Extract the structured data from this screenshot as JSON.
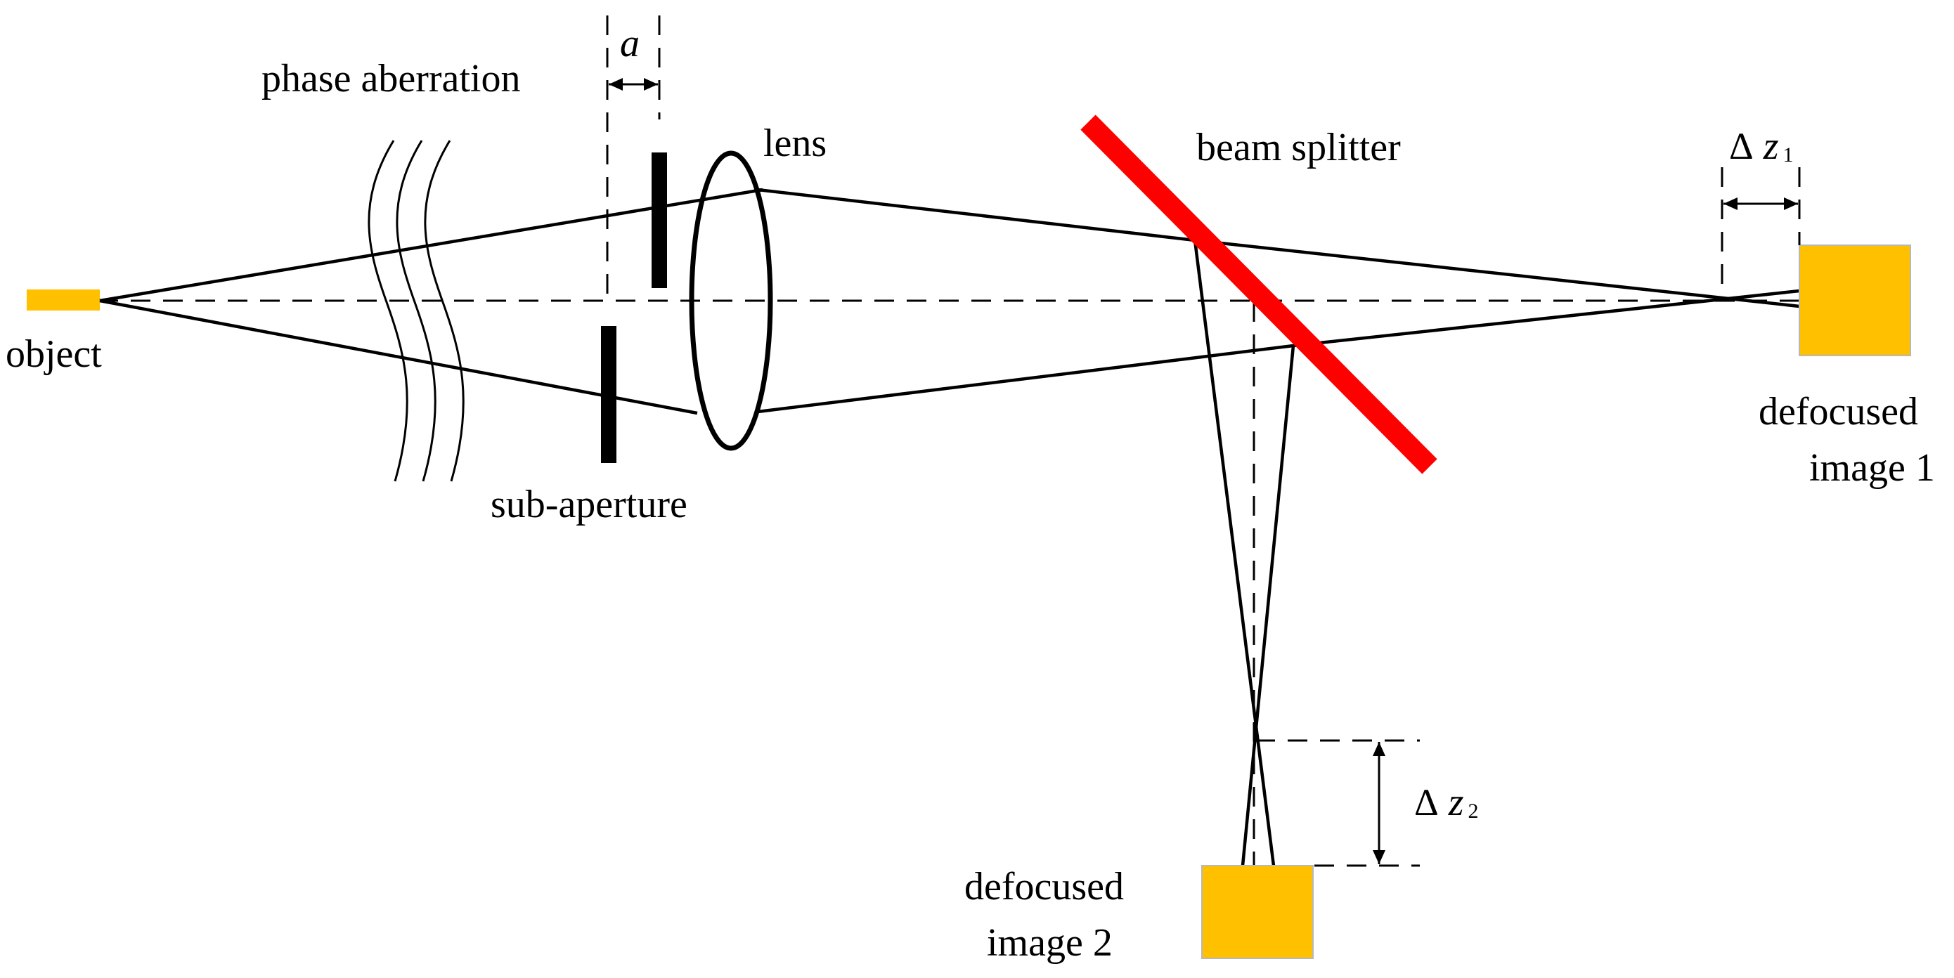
{
  "labels": {
    "phase_aberration": "phase aberration",
    "a": "a",
    "lens": "lens",
    "beam_splitter": "beam splitter",
    "delta_z1_symbol": "Δ",
    "delta_z1_var": "z",
    "delta_z1_sub": "1",
    "object": "object",
    "sub_aperture": "sub-aperture",
    "defocused_image_1_line1": "defocused",
    "defocused_image_1_line2": "image 1",
    "delta_z2_symbol": "Δ",
    "delta_z2_var": "z",
    "delta_z2_sub": "2",
    "defocused_image_2_line1": "defocused",
    "defocused_image_2_line2": "image 2"
  },
  "colors": {
    "object_fill": "#FFC000",
    "image_fill": "#FFC000",
    "beam_splitter": "#FF0000",
    "line": "#000000"
  }
}
